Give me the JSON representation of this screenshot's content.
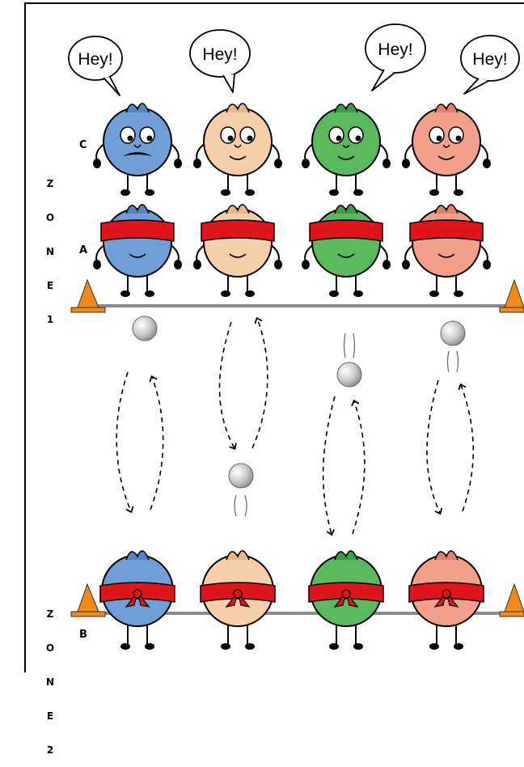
{
  "zones": [
    {
      "letters": [
        "Z",
        "O",
        "N",
        "E",
        "1"
      ]
    },
    {
      "letters": [
        "Z",
        "O",
        "N",
        "E",
        "2"
      ]
    }
  ],
  "row_labels": {
    "c": "C",
    "a": "A",
    "b": "B"
  },
  "bubbles": [
    "Hey!",
    "Hey!",
    "Hey!",
    "Hey!"
  ],
  "characters": [
    {
      "name": "blue",
      "color": "#6f9fd6",
      "hair": "#5585c0",
      "mustache": true
    },
    {
      "name": "peach",
      "color": "#f6cfa8",
      "hair": "#e8b78a",
      "mustache": false
    },
    {
      "name": "green",
      "color": "#5cb85c",
      "hair": "#3f9a45",
      "mustache": false
    },
    {
      "name": "salmon",
      "color": "#f2a08a",
      "hair": "#e3826b",
      "mustache": false
    }
  ],
  "colors": {
    "blindfold": "#e0151c",
    "cone": "#f08a1c",
    "line": "#8a8a8a",
    "ball": "#c8c8c8",
    "border": "#000000"
  }
}
